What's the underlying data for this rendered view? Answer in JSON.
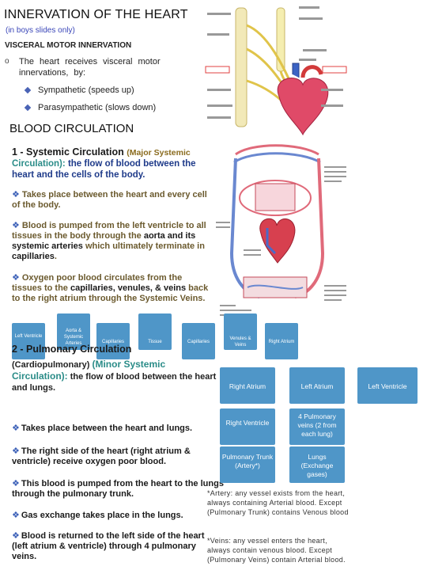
{
  "header": {
    "title": "INNERVATION OF THE HEART",
    "subtitle": "(in boys slides only)",
    "section": "VISCERAL MOTOR INNERVATION",
    "bullet_marker": "o",
    "intro": "The heart receives visceral motor innervations, by:",
    "items": [
      "Sympathetic (speeds up)",
      "Parasympathetic (slows down)"
    ]
  },
  "blood": {
    "title": "BLOOD CIRCULATION",
    "systemic": {
      "heading": "1 - Systemic Circulation",
      "heading_extra": "(Major Systemic",
      "def_prefix": "Circulation):",
      "def_text": "the flow of blood between the heart and the cells of the body.",
      "p1": "Takes place between the heart and every cell of the body.",
      "p2a": "Blood is pumped from the left ventricle to all tissues in the body through the",
      "p2b": "aorta and its systemic arteries",
      "p2c": "which ultimately terminate in",
      "p2d": "capillaries",
      "p3a": "Oxygen poor blood circulates from the tissues to the",
      "p3b": "capillaries, venules, & veins",
      "p3c": "back to the right atrium through the Systemic Veins.",
      "flow": [
        "Left Ventricle",
        "Aorta & Systemic Arteries",
        "Capillaries",
        "Tissue",
        "Capillaries",
        "Venules & Veins",
        "Right Atrium"
      ]
    },
    "pulmonary": {
      "heading": "2 - Pulmonary Circulation",
      "prefix": "(Cardiopulmonary)",
      "minor": "(Minor Systemic Circulation):",
      "def_text": "the flow of blood between the heart and lungs.",
      "p1": "Takes place between the heart and lungs.",
      "p2": "The right side of the heart (right atrium & ventricle) receive oxygen poor blood.",
      "p3": "This blood is pumped from the heart to the lungs through the pulmonary trunk.",
      "p4": "Gas exchange takes place in the lungs.",
      "p5": "Blood is returned to the left side of the heart (left atrium & ventricle) through 4 pulmonary veins.",
      "flow": {
        "right_atrium": "Right Atrium",
        "left_atrium": "Left Atrium",
        "left_ventricle": "Left Ventricle",
        "right_ventricle": "Right Ventricle",
        "pulm_veins": "4 Pulmonary veins (2 from each lung)",
        "pulm_trunk": "Pulmonary Trunk (Artery*)",
        "lungs": "Lungs (Exchange gases)"
      },
      "note1": "*Artery: any vessel exists from the heart, always containing Arterial blood. Except (Pulmonary Trunk) contains Venous blood",
      "note2": "*Veins: any vessel enters the heart, always contain venous blood. Except (Pulmonary Veins) contain Arterial blood."
    }
  },
  "colors": {
    "flow_box": "#4f96c8",
    "title_blue": "#3a46b8",
    "teal": "#2a8c88",
    "gold": "#8a6b1e",
    "heart_red": "#d23a3a"
  }
}
